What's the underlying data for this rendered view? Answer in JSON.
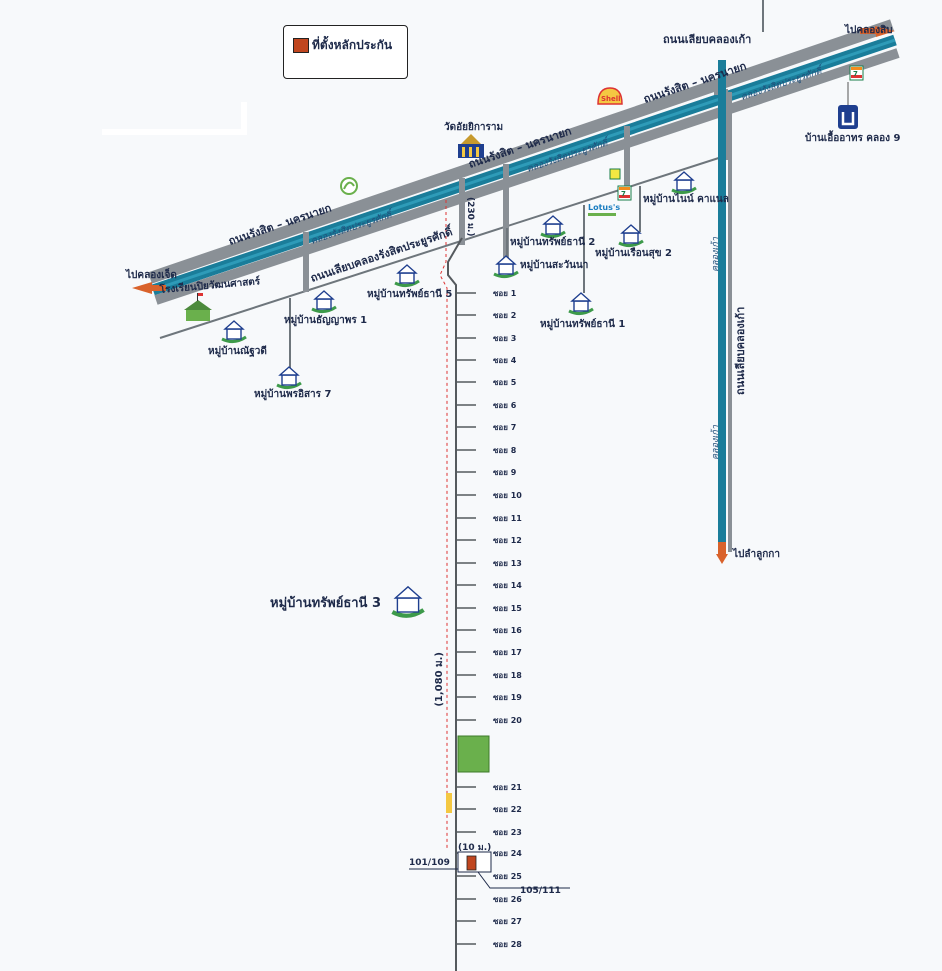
{
  "legend": {
    "label": "ที่ตั้งหลักประกัน"
  },
  "roads": {
    "main_upper": "ถนนรังสิต – นครนายก",
    "main_lower": "ถนนรังสิต – นครนายก",
    "main_right": "ถนนรังสิต – นครนายก",
    "frontage": "ถนนเลียบคลองรังสิตประยูรศักดิ์",
    "old_canal_road_top": "ถนนเลียบคลองเก้า",
    "old_canal_road_vertical": "ถนนเลียบคลองเก้า"
  },
  "canals": {
    "rangsit_1": "คลองรังสิตประยูรศักดิ์",
    "rangsit_2": "คลองรังสิตประยูรศักดิ์",
    "rangsit_3": "คลองรังสิตประยูรศักดิ์",
    "khlong_9a": "คลองเก้า",
    "khlong_9b": "คลองเก้า"
  },
  "directions": {
    "to_khlong_sip": "ไปคลองสิบ",
    "to_khlong_chet": "ไปคลองเจ็ด",
    "to_lam_luk_ka": "ไปลำลูกกา"
  },
  "places": {
    "temple": "วัดอัยยิการาม",
    "school": "โรงเรียนปิยวัฒนศาสตร์",
    "housing_authority": "บ้านเอื้ออาทร คลอง 9",
    "shell": "Shell",
    "lotus": "Lotus's",
    "seven": "7"
  },
  "villages": {
    "v1": "หมู่บ้านไนน์ คาแนล",
    "v2": "หมู่บ้านทรัพย์ธานี 2",
    "v3": "หมู่บ้านสะวันนา",
    "v4": "หมู่บ้านเรือนสุข 2",
    "v5": "หมู่บ้านทรัพย์ธานี 1",
    "v6": "หมู่บ้านทรัพย์ธานี 5",
    "v7": "หมู่บ้านธัญญาพร 1",
    "v8": "หมู่บ้านณัฐวดี",
    "v9": "หมู่บ้านพรอิสาร 7",
    "v10": "หมู่บ้านทรัพย์ธานี 3"
  },
  "distances": {
    "d1": "(230 ม.)",
    "d2": "(1,080 ม.)",
    "d3": "(10 ม.)"
  },
  "plots": {
    "left": "101/109",
    "right": "105/111"
  },
  "sois": [
    "ซอย 1",
    "ซอย 2",
    "ซอย 3",
    "ซอย 4",
    "ซอย 5",
    "ซอย 6",
    "ซอย 7",
    "ซอย 8",
    "ซอย 9",
    "ซอย 10",
    "ซอย 11",
    "ซอย 12",
    "ซอย 13",
    "ซอย 14",
    "ซอย 15",
    "ซอย 16",
    "ซอย 17",
    "ซอย 18",
    "ซอย 19",
    "ซอย 20",
    "ซอย 21",
    "ซอย 22",
    "ซอย 23",
    "ซอย 24",
    "ซอย 25",
    "ซอย 26",
    "ซอย 27",
    "ซอย 28"
  ],
  "colors": {
    "canal": "#1a7d9a",
    "road": "#8a9096",
    "road_dark": "#6e767c",
    "site": "#c0461f",
    "arrow": "#d9622b",
    "green_plot": "#6ab04c",
    "soi_line": "#555a5e"
  }
}
